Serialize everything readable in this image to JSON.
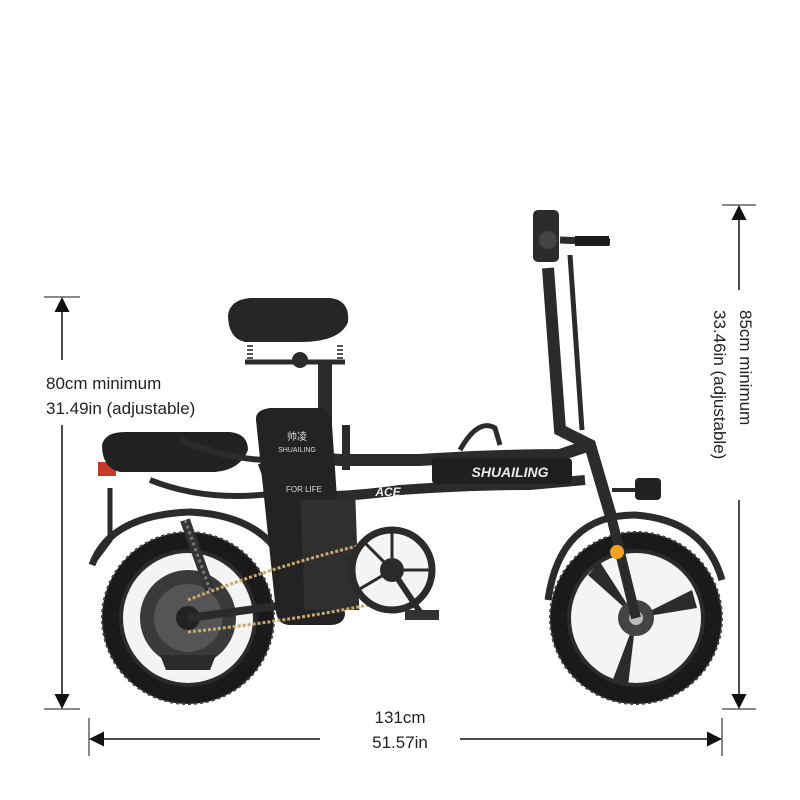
{
  "product": {
    "brand_label": "SHUAILING",
    "model_label": "ACE",
    "battery_label_top": "帅凌",
    "battery_label_sub": "SHUAILING",
    "battery_label_bottom": "FOR LIFE"
  },
  "dimensions": {
    "seat_height_line1": "80cm minimum",
    "seat_height_line2": "31.49in (adjustable)",
    "handlebar_height_line1": "85cm minimum",
    "handlebar_height_line2": "33.46in (adjustable)",
    "length_line1": "131cm",
    "length_line2": "51.57in"
  },
  "colors": {
    "frame": "#2b2b2b",
    "tire": "#1a1a1a",
    "accent_orange": "#f0a020",
    "tail_light": "#c83a2a",
    "chain": "#c9a86a"
  }
}
